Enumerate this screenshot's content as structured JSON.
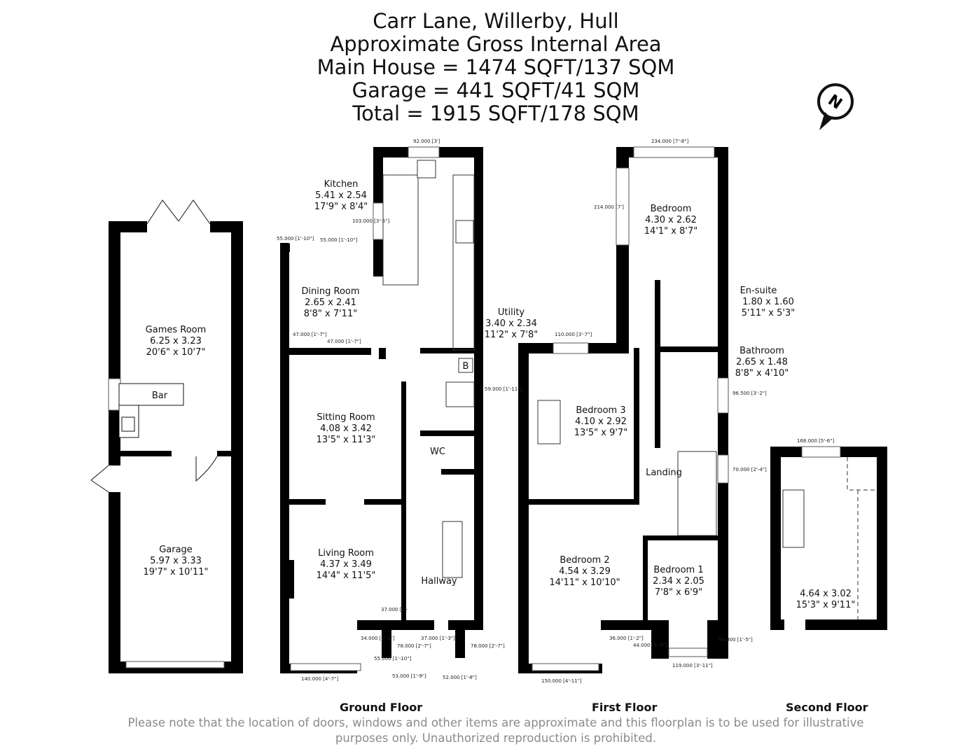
{
  "header": {
    "lines": [
      "Carr Lane, Willerby, Hull",
      "Approximate Gross Internal Area",
      "Main House = 1474 SQFT/137 SQM",
      "Garage = 441 SQFT/41 SQM",
      "Total = 1915 SQFT/178 SQM"
    ]
  },
  "compass": {
    "icon": "north-arrow-icon",
    "letter": "N"
  },
  "rooms": {
    "games_room": {
      "name": "Games Room",
      "metric": "6.25 x 3.23",
      "imperial": "20'6\" x 10'7\""
    },
    "bar": {
      "name": "Bar"
    },
    "garage": {
      "name": "Garage",
      "metric": "5.97 x 3.33",
      "imperial": "19'7\" x 10'11\""
    },
    "kitchen": {
      "name": "Kitchen",
      "metric": "5.41 x 2.54",
      "imperial": "17'9\" x 8'4\""
    },
    "dining_room": {
      "name": "Dining Room",
      "metric": "2.65 x 2.41",
      "imperial": "8'8\" x 7'11\""
    },
    "utility": {
      "name": "Utility",
      "metric": "3.40 x 2.34",
      "imperial": "11'2\" x 7'8\""
    },
    "boiler": {
      "name": "B"
    },
    "sitting_room": {
      "name": "Sitting Room",
      "metric": "4.08 x 3.42",
      "imperial": "13'5\" x 11'3\""
    },
    "wc": {
      "name": "WC"
    },
    "living_room": {
      "name": "Living Room",
      "metric": "4.37 x 3.49",
      "imperial": "14'4\" x 11'5\""
    },
    "hallway": {
      "name": "Hallway"
    },
    "bedroom": {
      "name": "Bedroom",
      "metric": "4.30 x 2.62",
      "imperial": "14'1\" x 8'7\""
    },
    "ensuite": {
      "name": "En-suite",
      "metric": "1.80 x 1.60",
      "imperial": "5'11\" x 5'3\""
    },
    "bathroom": {
      "name": "Bathroom",
      "metric": "2.65 x 1.48",
      "imperial": "8'8\" x 4'10\""
    },
    "bedroom3": {
      "name": "Bedroom 3",
      "metric": "4.10 x 2.92",
      "imperial": "13'5\" x 9'7\""
    },
    "landing": {
      "name": "Landing"
    },
    "bedroom2": {
      "name": "Bedroom 2",
      "metric": "4.54 x 3.29",
      "imperial": "14'11\" x 10'10\""
    },
    "bedroom1": {
      "name": "Bedroom 1",
      "metric": "2.34 x 2.05",
      "imperial": "7'8\" x 6'9\""
    },
    "second_floor_room": {
      "metric": "4.64 x 3.02",
      "imperial": "15'3\" x 9'11\""
    }
  },
  "dimensions": {
    "kitchen_window_top": "92.000 [3']",
    "kitchen_window_side": "103.000 [3'-5\"]",
    "dining_door_left": "55.000 [1'-10\"]",
    "dining_door_right": "55.000 [1'-10\"]",
    "sitting_left": "47.000 [1'-7\"]",
    "sitting_right": "47.000 [1'-7\"]",
    "utility_window": "59.000 [1'-11\"]",
    "hall_left": "37.000 [1'-",
    "living_bay_side": "34.000 [1'-1\"]",
    "porch_left": "78.000 [2'-7\"]",
    "porch_top": "37.000 [1'-3\"]",
    "porch_right": "78.000 [2'-7\"]",
    "bay_diag": "55.000 [1'-10\"]",
    "living_window": "140.000 [4'-7\"]",
    "porch_bottom_left": "53.000 [1'-9\"]",
    "porch_bottom_right": "52.000 [1'-8\"]",
    "bedroom_window_top": "234.000 [7'-8\"]",
    "bedroom_window_side": "214.000 [7']",
    "bedroom3_window": "110.000 [3'-7\"]",
    "bathroom_window": "96.500 [3'-2\"]",
    "landing_window": "70.000 [2'-4\"]",
    "bed2_bay_side": "36.000 [1'-2\"]",
    "bed1_bay_left": "44.000 [1'-5\"]",
    "bed1_bay_right": "44.000 [1'-5\"]",
    "bed1_window": "119.000 [3'-11\"]",
    "bed2_window": "150.000 [4'-11\"]",
    "second_floor_window": "168.000 [5'-6\"]"
  },
  "floors": {
    "ground": "Ground Floor",
    "first": "First Floor",
    "second": "Second Floor"
  },
  "disclaimer": {
    "line1": "Please note that the location of doors, windows and other items are approximate and this floorplan is to be used for illustrative",
    "line2": "purposes only. Unauthorized reproduction is prohibited."
  }
}
